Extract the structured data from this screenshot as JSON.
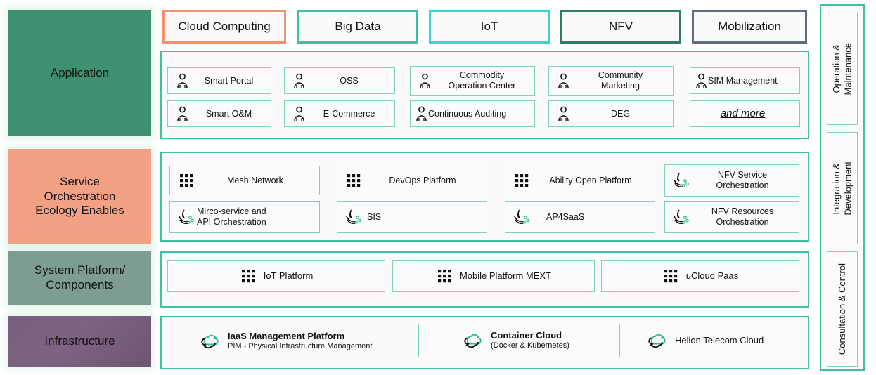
{
  "layers": [
    {
      "id": "application",
      "label": "Application",
      "color": "#3d9070"
    },
    {
      "id": "service",
      "label": "Service\nOrchestration\nEcology Enables",
      "color": "#f3a184",
      "line1": "Service",
      "line2": "Orchestration",
      "line3": "Ecology Enables"
    },
    {
      "id": "system",
      "label": "System Platform/\nComponents",
      "color": "#7d9c92",
      "line1": "System Platform/",
      "line2": "Components"
    },
    {
      "id": "infrastructure",
      "label": "Infrastructure",
      "color": "#7a5e7f"
    }
  ],
  "categories": [
    {
      "label": "Cloud Computing",
      "color": "#f2916e"
    },
    {
      "label": "Big Data",
      "color": "#3fbfa0"
    },
    {
      "label": "IoT",
      "color": "#36d5d5"
    },
    {
      "label": "NFV",
      "color": "#2e7d62"
    },
    {
      "label": "Mobilization",
      "color": "#5f6e80"
    }
  ],
  "application": {
    "row1": [
      {
        "label": "Smart Portal",
        "icon": "person-icon"
      },
      {
        "label": "OSS",
        "icon": "person-icon"
      },
      {
        "label": "Commodity\nOperation Center",
        "l1": "Commodity",
        "l2": "Operation Center",
        "icon": "person-icon"
      },
      {
        "label": "Community\nMarketing",
        "l1": "Community",
        "l2": "Marketing",
        "icon": "person-icon"
      },
      {
        "label": "SIM Management",
        "icon": "person-icon"
      }
    ],
    "row2": [
      {
        "label": "Smart O&M",
        "icon": "person-icon"
      },
      {
        "label": "E-Commerce",
        "icon": "person-icon"
      },
      {
        "label": "Continuous Auditing",
        "icon": "person-icon"
      },
      {
        "label": "DEG",
        "icon": "person-icon"
      },
      {
        "label": "and more",
        "icon": "none"
      }
    ]
  },
  "service": {
    "row1": [
      {
        "label": "Mesh Network",
        "icon": "grid-dots-icon"
      },
      {
        "label": "DevOps Platform",
        "icon": "grid-dots-icon"
      },
      {
        "label": "Ability Open Platform",
        "icon": "grid-dots-icon"
      },
      {
        "label": "NFV Service\nOrchestration",
        "l1": "NFV Service",
        "l2": "Orchestration",
        "icon": "orchestration-icon"
      }
    ],
    "row2": [
      {
        "label": "Mirco-service and\nAPI Orchestration",
        "l1": "Mirco-service and",
        "l2": "API Orchestration",
        "icon": "orchestration-icon"
      },
      {
        "label": "SIS",
        "icon": "orchestration-icon"
      },
      {
        "label": "AP4SaaS",
        "icon": "orchestration-icon"
      },
      {
        "label": "NFV Resources\nOrchestration",
        "l1": "NFV Resources",
        "l2": "Orchestration",
        "icon": "orchestration-icon"
      }
    ]
  },
  "system": {
    "items": [
      {
        "label": "IoT Platform",
        "icon": "grid-dots-icon"
      },
      {
        "label": "Mobile Platform MEXT",
        "icon": "grid-dots-icon"
      },
      {
        "label": "uCloud Paas",
        "icon": "grid-dots-icon"
      }
    ]
  },
  "infrastructure": {
    "items": [
      {
        "title": "IaaS Management Platform",
        "subtitle": "PIM - Physical Infrastructure Management",
        "icon": "cloud-refresh-icon",
        "boxed": false
      },
      {
        "title": "Container Cloud",
        "subtitle": "(Docker & Kubernetes)",
        "icon": "cloud-refresh-icon",
        "boxed": true
      },
      {
        "title": "Helion Telecom Cloud",
        "subtitle": "",
        "icon": "cloud-refresh-icon",
        "boxed": true
      }
    ]
  },
  "rail": {
    "items": [
      {
        "label": "Operation &\nMaintenance",
        "l1": "Operation &",
        "l2": "Maintenance"
      },
      {
        "label": "Integration &\nDevelopment",
        "l1": "Integration &",
        "l2": "Development"
      },
      {
        "label": "Consultation & Control",
        "l1": "Consultation & Control",
        "l2": ""
      }
    ]
  },
  "colors": {
    "teal_border": "#3fc0a0",
    "tile_border": "#7ed3be",
    "panel_bg": "#fafafa",
    "accent_green_dot": "#2fbf8f"
  }
}
